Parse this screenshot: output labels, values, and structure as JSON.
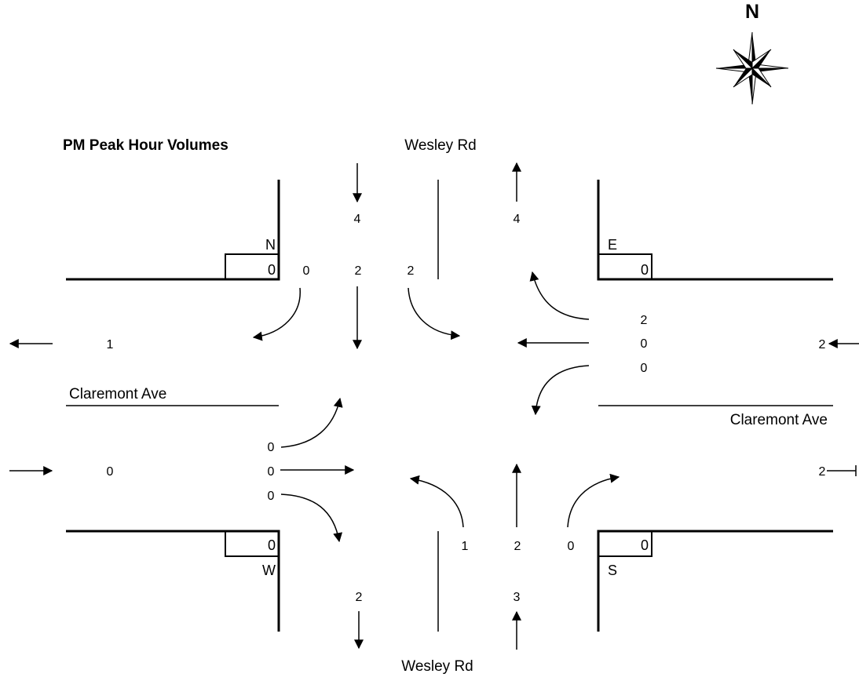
{
  "title": "PM Peak Hour Volumes",
  "compass": {
    "label": "N",
    "icon": "compass-rose-icon"
  },
  "streets": {
    "north": "Wesley Rd",
    "south": "Wesley Rd",
    "west": "Claremont Ave",
    "east": "Claremont Ave"
  },
  "corners": {
    "nw": {
      "label": "N",
      "value": "0"
    },
    "ne": {
      "label": "E",
      "value": "0"
    },
    "sw": {
      "label": "W",
      "value": "0"
    },
    "se": {
      "label": "S",
      "value": "0"
    }
  },
  "north_leg": {
    "in_total": "4",
    "out_total": "4",
    "right": "0",
    "through": "2",
    "left": "2"
  },
  "east_leg": {
    "left": "2",
    "through": "0",
    "right": "0",
    "in_total": "2"
  },
  "south_leg": {
    "left": "1",
    "through": "2",
    "right": "0",
    "in_total": "3",
    "out_total": "2"
  },
  "west_leg": {
    "left": "0",
    "through": "0",
    "right": "0",
    "in_total": "0",
    "out_total": "1",
    "east_out_total": "2"
  }
}
